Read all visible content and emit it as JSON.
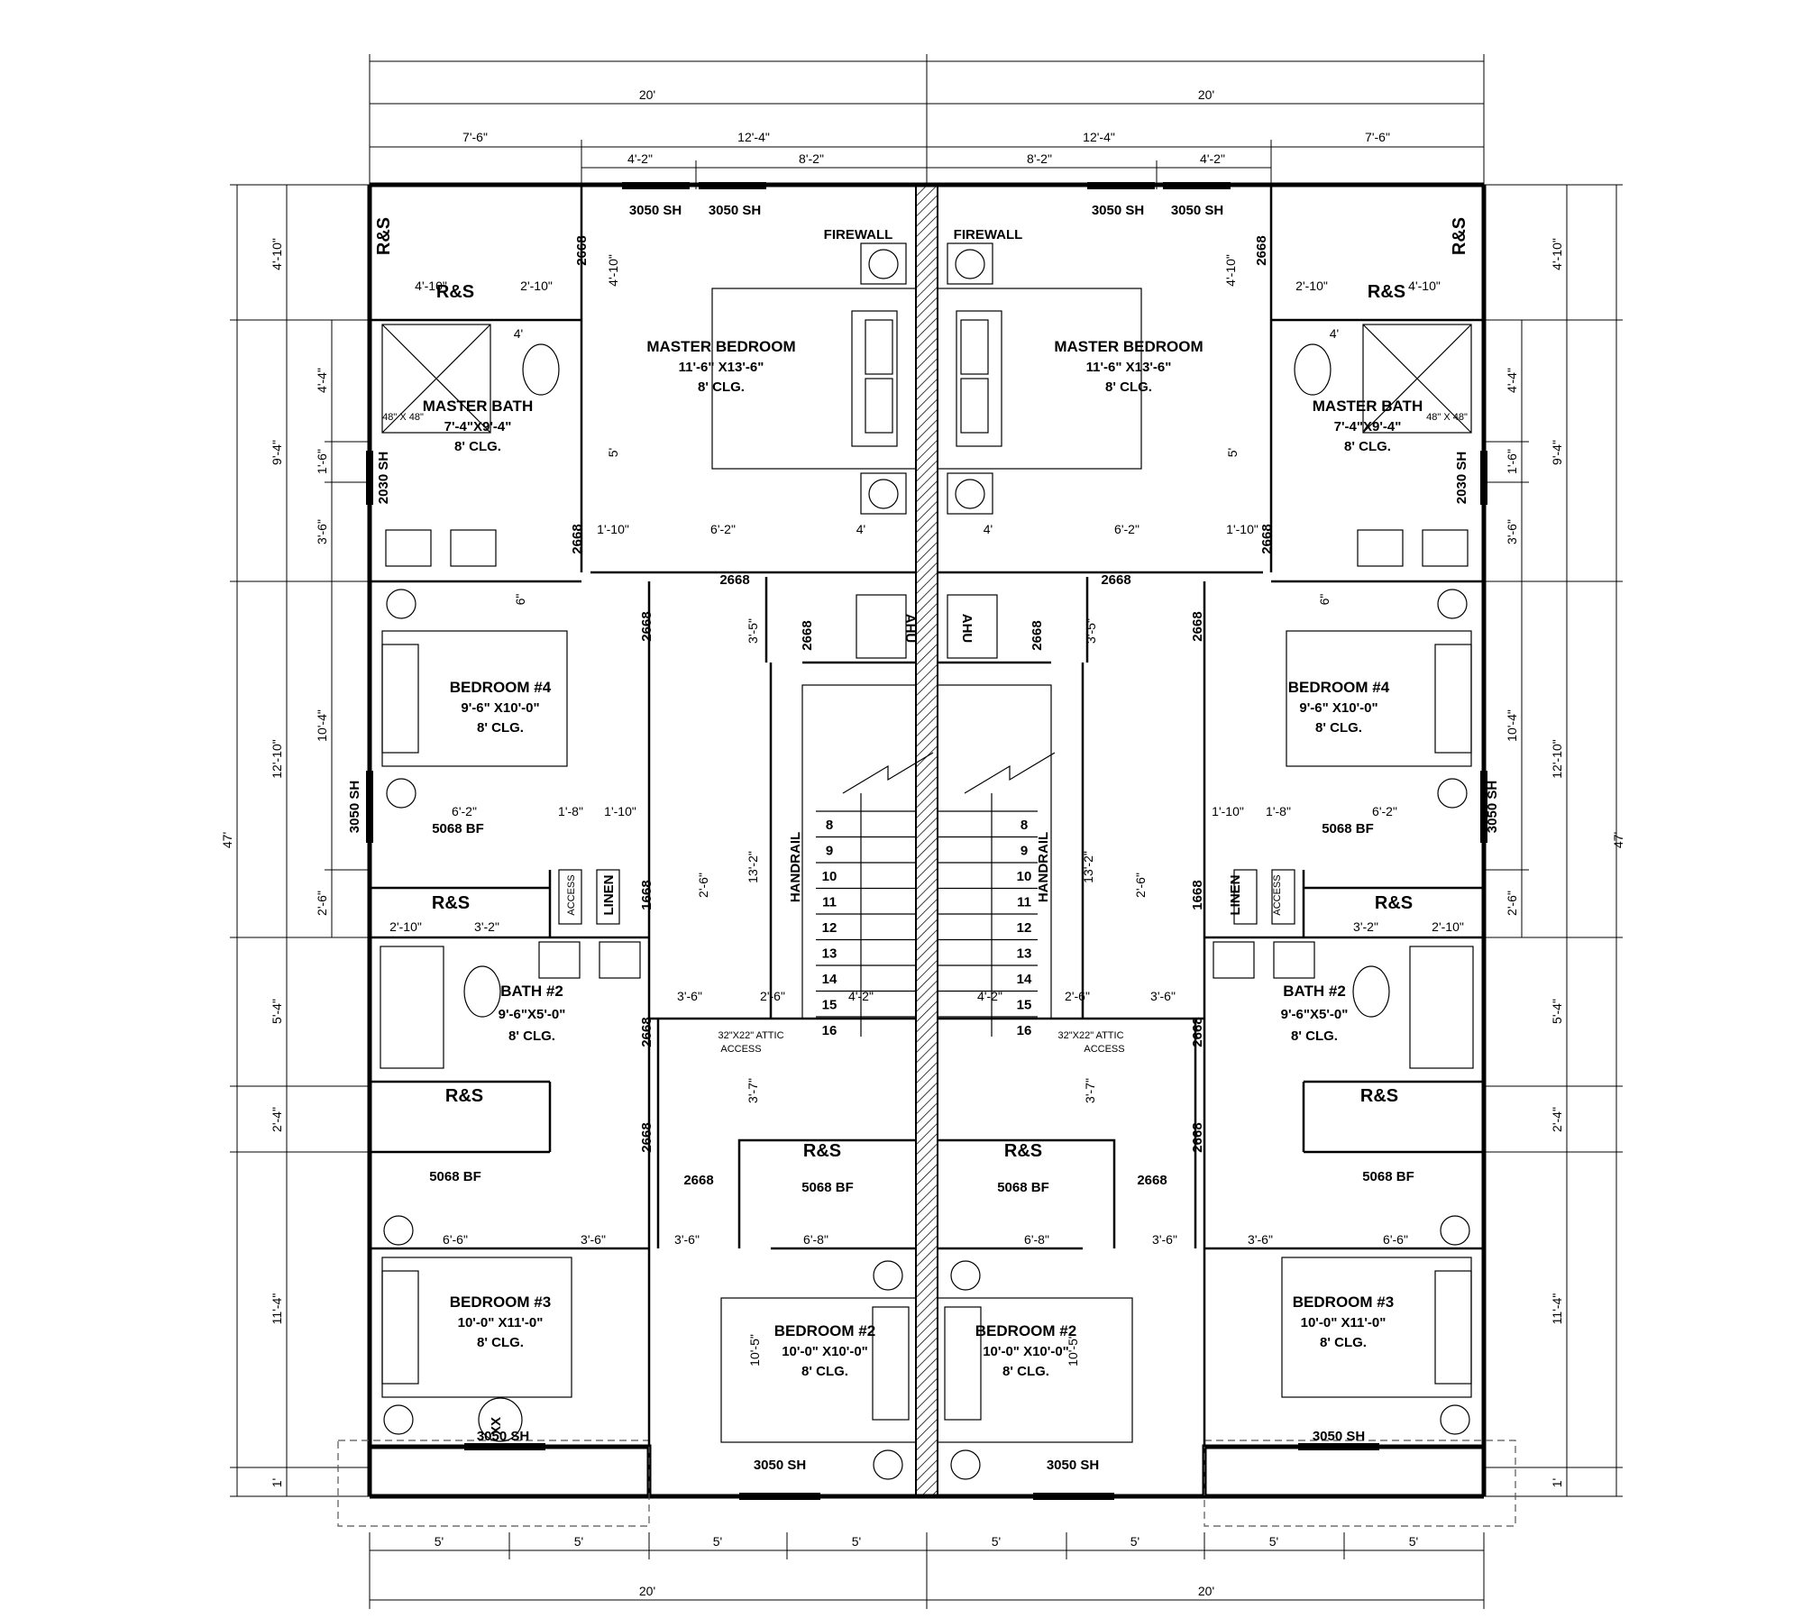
{
  "dimensions": {
    "top_overall": "20'",
    "top_secondary": [
      "7'-6\"",
      "12'-4\""
    ],
    "top_tertiary": [
      "4'-2\"",
      "8'-2\""
    ],
    "bottom_overall": "20'",
    "bottom_segment": "5'",
    "side_overall": "47'",
    "side_segments": [
      "4'-10\"",
      "9'-4\"",
      "12'-10\"",
      "5'-4\"",
      "2'-4\"",
      "11'-4\"",
      "1'"
    ],
    "side_inner": [
      "4'-4\"",
      "1'-6\"",
      "3'-6\"",
      "10'-4\"",
      "2'-6\""
    ],
    "closet_dims": [
      "1'-8\"",
      "1'-10\"",
      "6'-2\"",
      "2'-10\"",
      "4'-10\"",
      "3'-2\"",
      "4'",
      "5'",
      "6\""
    ],
    "hall_dims": [
      "6'-2\"",
      "4'",
      "3'-5\"",
      "13'-2\"",
      "2'-6\"",
      "3'-6\"",
      "4'-2\"",
      "3'-7\"",
      "6'-8\"",
      "6'-6\"",
      "10'-5\"",
      "1'-10\""
    ]
  },
  "rooms": {
    "master_bedroom": {
      "name": "MASTER BEDROOM",
      "size": "11'-6\" X13'-6\"",
      "clg": "8' CLG."
    },
    "master_bath": {
      "name": "MASTER BATH",
      "size": "7'-4\"X9'-4\"",
      "clg": "8' CLG.",
      "shower": "48\" X 48\""
    },
    "bedroom4": {
      "name": "BEDROOM #4",
      "size": "9'-6\" X10'-0\"",
      "clg": "8' CLG."
    },
    "bath2": {
      "name": "BATH #2",
      "size": "9'-6\"X5'-0\"",
      "clg": "8' CLG."
    },
    "bedroom3": {
      "name": "BEDROOM #3",
      "size": "10'-0\" X11'-0\"",
      "clg": "8' CLG."
    },
    "bedroom2": {
      "name": "BEDROOM #2",
      "size": "10'-0\" X10'-0\"",
      "clg": "8' CLG."
    }
  },
  "labels": {
    "window_3050": "3050 SH",
    "window_2030": "2030 SH",
    "door_2668": "2668",
    "door_1668": "1668",
    "bifold": "5068 BF",
    "rs": "R&S",
    "firewall": "FIREWALL",
    "ahu": "AHU",
    "linen": "LINEN",
    "access": "ACCESS",
    "handrail": "HANDRAIL",
    "attic": "32\"X22\" ATTIC",
    "attic2": "ACCESS",
    "xx": "XX"
  },
  "stairs": {
    "treads": [
      "8",
      "9",
      "10",
      "11",
      "12",
      "13",
      "14",
      "15",
      "16"
    ]
  }
}
